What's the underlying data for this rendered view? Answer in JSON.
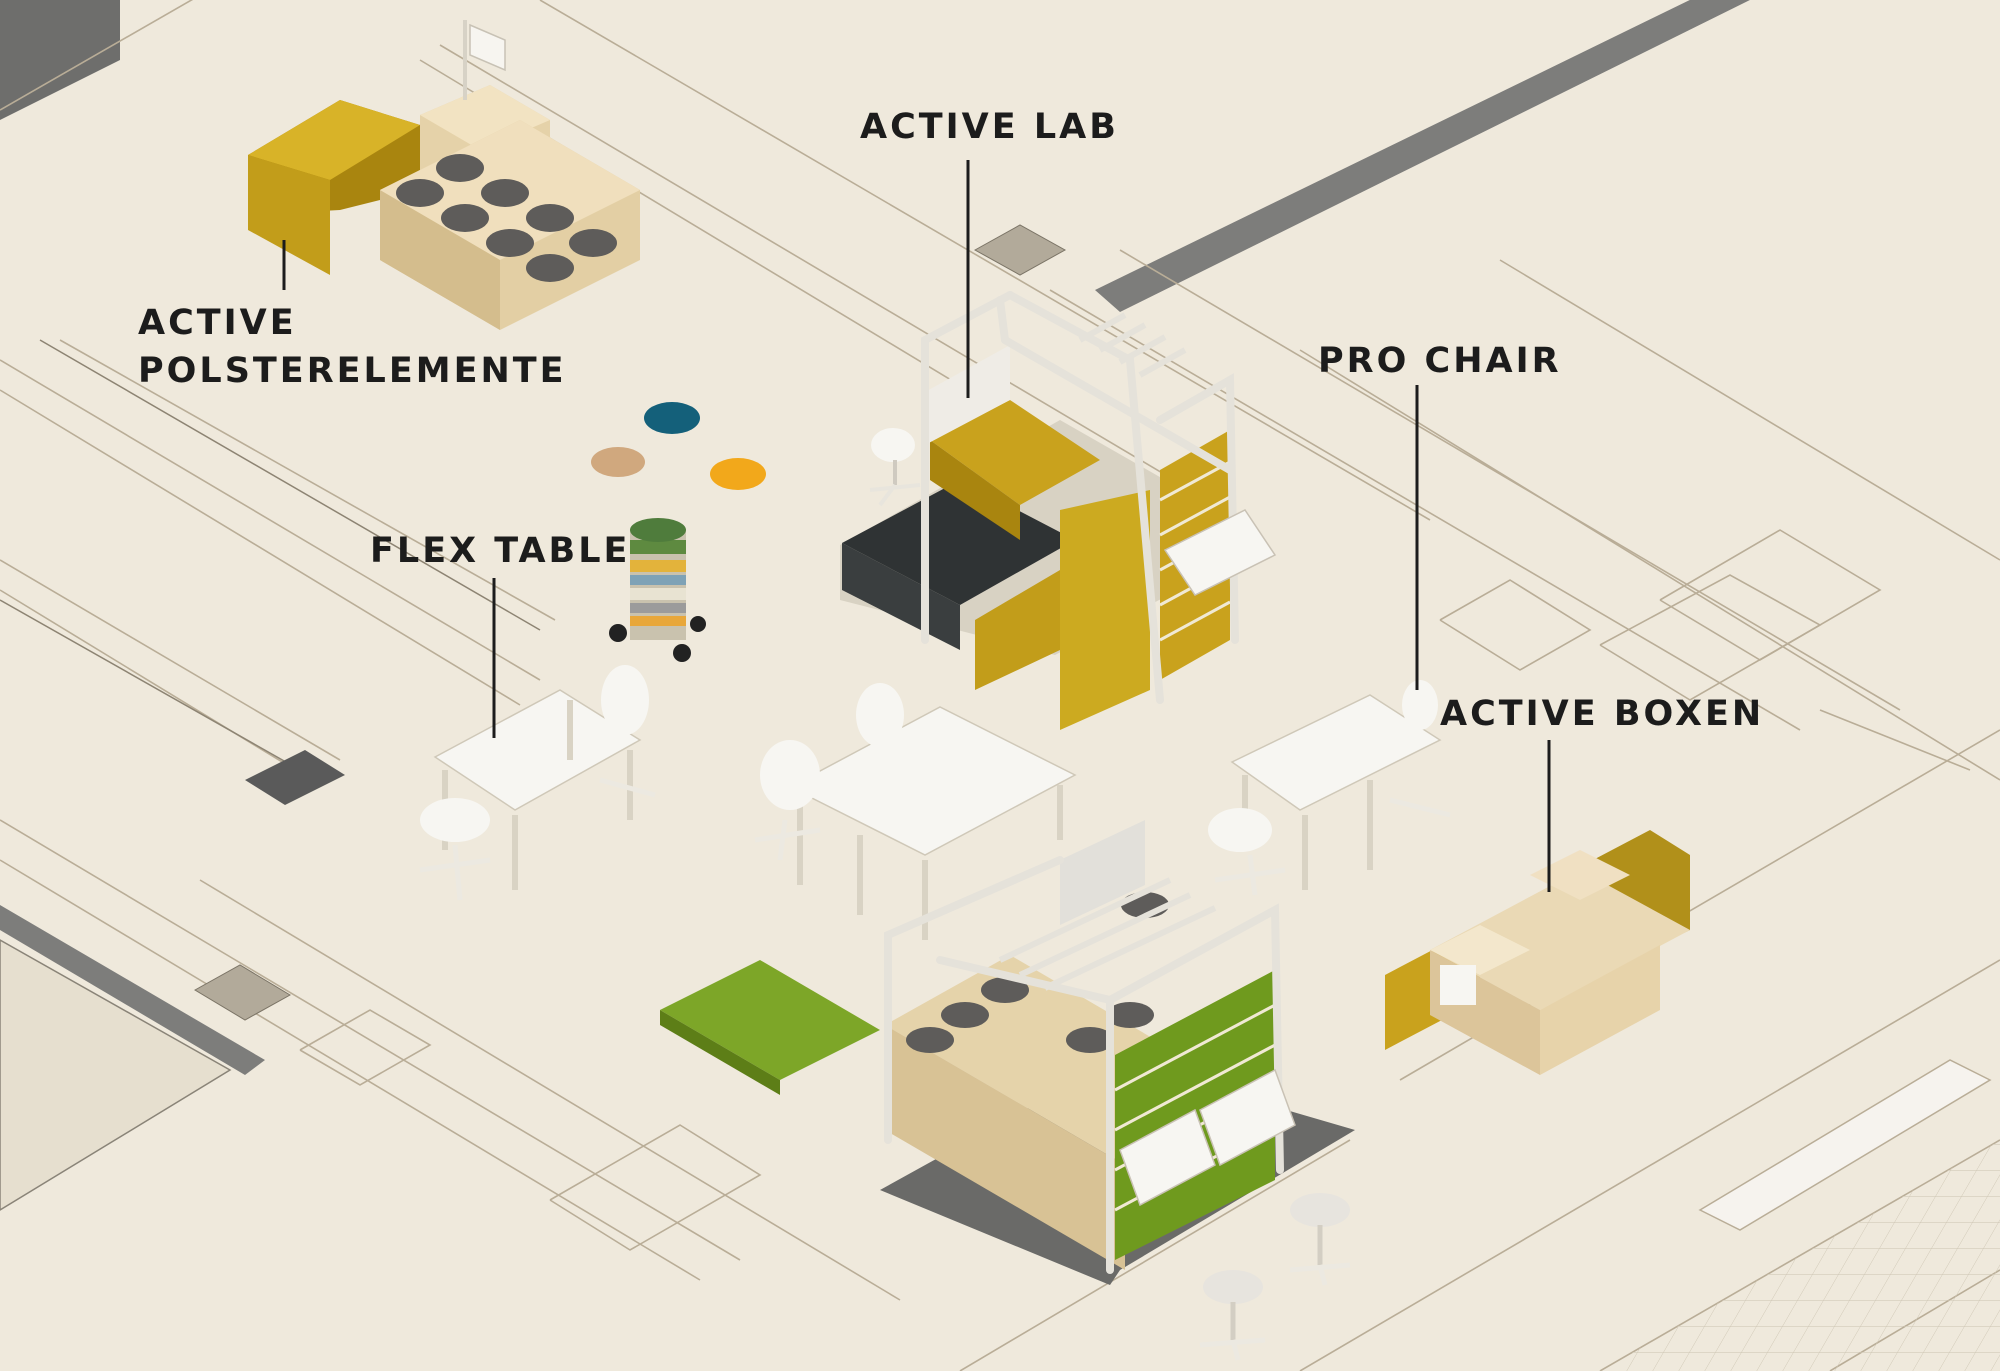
{
  "labels": {
    "active_lab": "ACTIVE LAB",
    "active_polster_line1": "ACTIVE",
    "active_polster_line2": "POLSTERELEMENTE",
    "pro_chair": "PRO CHAIR",
    "flex_table": "FLEX TABLE",
    "active_boxen": "ACTIVE BOXEN"
  },
  "colors": {
    "background": "#efe9dc",
    "mustard": "#c9a21d",
    "birch": "#ead9b5",
    "dark_felt": "#363a3a",
    "moss_green": "#6f9a1e",
    "white_panel": "#f7f6f2",
    "teal": "#14607a",
    "orange": "#f2a81b"
  }
}
